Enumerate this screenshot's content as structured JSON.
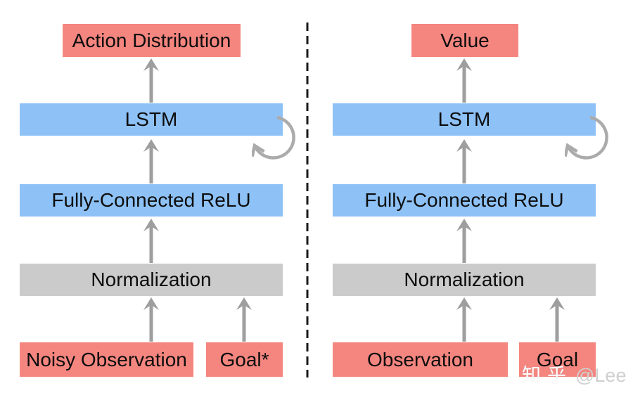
{
  "diagram": {
    "type": "neural-network-architecture",
    "left": {
      "output": "Action Distribution",
      "lstm": "LSTM",
      "fc": "Fully-Connected ReLU",
      "norm": "Normalization",
      "obs": "Noisy Observation",
      "goal": "Goal*"
    },
    "right": {
      "output": "Value",
      "lstm": "LSTM",
      "fc": "Fully-Connected ReLU",
      "norm": "Normalization",
      "obs": "Observation",
      "goal": "Goal"
    },
    "colors": {
      "io_box": "#F4867F",
      "layer_box": "#8EC2F7",
      "norm_box": "#CBCBCB",
      "arrow": "#9E9E9E",
      "divider": "#1A1A1A",
      "text": "#0D0D0D"
    }
  },
  "watermark": {
    "brand": "知乎",
    "author": "@Lee"
  }
}
